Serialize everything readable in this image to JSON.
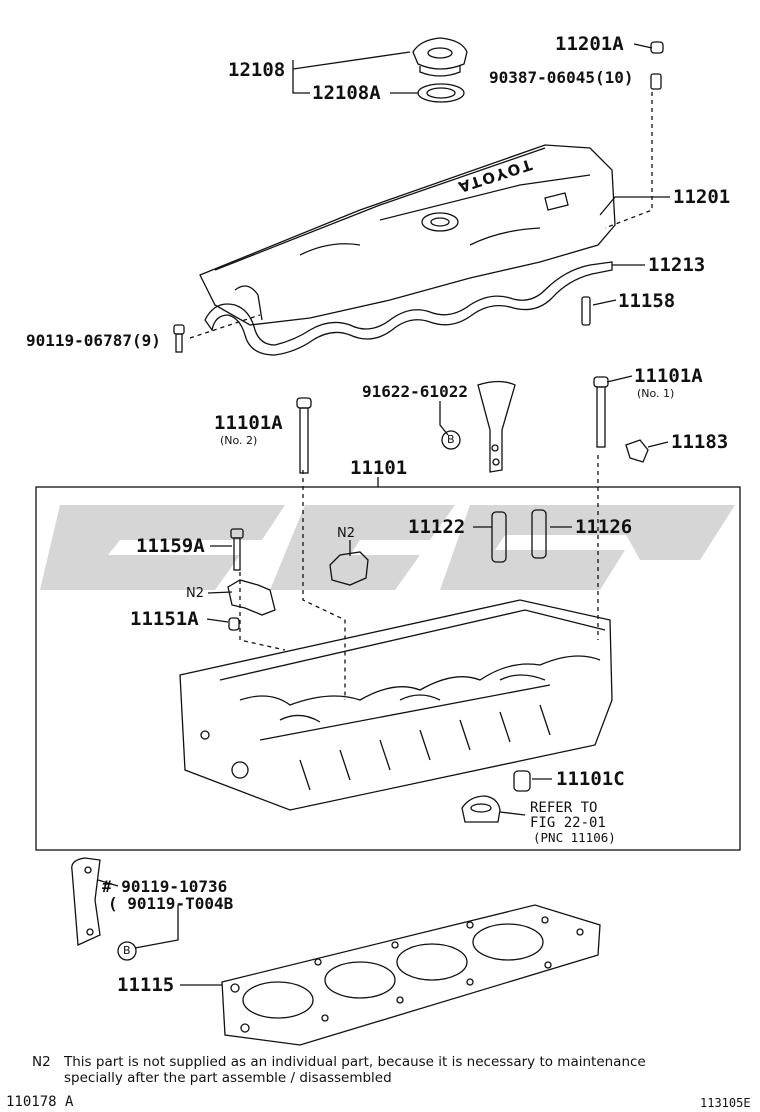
{
  "labels": {
    "p12108": "12108",
    "p12108a": "12108A",
    "p11201a": "11201A",
    "p90387": "90387-06045(10)",
    "p11201": "11201",
    "p11213": "11213",
    "p11158": "11158",
    "p90119_06787": "90119-06787(9)",
    "p91622": "91622-61022",
    "p11101a_no1": "11101A",
    "no1": "(No. 1)",
    "p11101a_no2": "11101A",
    "no2": "(No. 2)",
    "p11183": "11183",
    "p11101": "11101",
    "p11122": "11122",
    "p11126": "11126",
    "n2_top": "N2",
    "p11159a": "11159A",
    "n2_left": "N2",
    "p11151a": "11151A",
    "p11101c": "11101C",
    "ref_line1": "REFER TO",
    "ref_line2": "FIG 22-01",
    "ref_line3": "(PNC 11106)",
    "p90119_10736": "# 90119-10736",
    "p90119_t004b": "( 90119-T004B",
    "p11115": "11115",
    "marker_b": "B",
    "cover_text": "TOYOTA"
  },
  "note": {
    "key": "N2",
    "line1": "This part is not supplied as an individual part, because it is necessary to maintenance",
    "line2": "specially after the part assemble / disassembled"
  },
  "footer": {
    "left": "110178 A",
    "right": "113105E"
  }
}
